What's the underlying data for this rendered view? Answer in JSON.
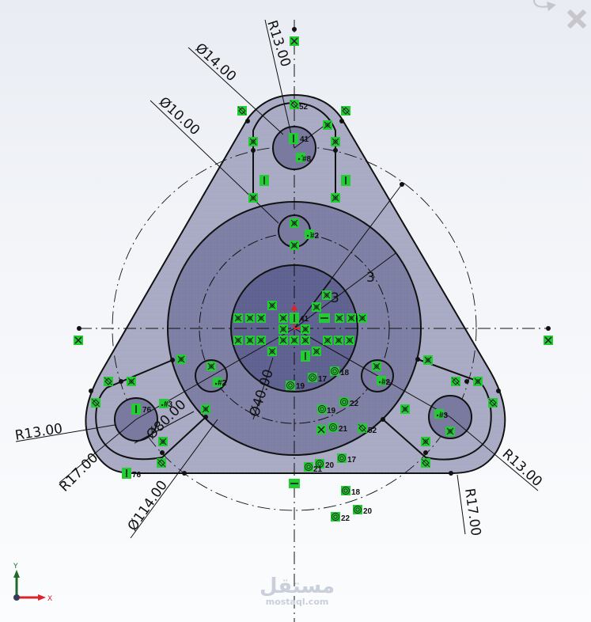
{
  "colors": {
    "background_top": "#e9ecf3",
    "background_bottom": "#fbfcfd",
    "plate_fill": "#a9aac4",
    "annulus_fill": "#7e7fa4",
    "bore_fill": "#5f6190",
    "hole_fill": "#7a7aa0",
    "sketch_line": "#111111",
    "relation_badge": "#22cc33",
    "origin_arrow": "#d9242a",
    "triad_y": "#1f6b2a",
    "triad_x": "#d9242a"
  },
  "dimensions": {
    "top_r13": "R13.00",
    "top_d14": "Ø14.00",
    "top_d10": "Ø10.00",
    "left_r13": "R13.00",
    "left_r17": "R17.00",
    "d80": "Ø80.00",
    "d114": "Ø114.00",
    "d40": "Ø40.00",
    "right_r13": "R13.00",
    "right_r17": "R17.00",
    "angle_label_1": "3",
    "angle_label_2": "3"
  },
  "relation_labels": {
    "r52_top": "52",
    "r41_top": "41",
    "r8_top": "#8",
    "r2_upper": "#2",
    "r41_center": "41",
    "r2_left": "#2",
    "r2_right": "#2",
    "r3_left": "#3",
    "r3_right": "#3",
    "r76_a": "76",
    "r76_b": "76",
    "r52_bottom": "52",
    "c19_a": "19",
    "c17_a": "17",
    "c18_a": "18",
    "c22_a": "22",
    "c19_b": "19",
    "c21_a": "21",
    "c17_b": "17",
    "c20_a": "20",
    "c21_b": "21",
    "c18_b": "18",
    "c20_b": "20",
    "c22_b": "22"
  },
  "triad": {
    "x_label": "X",
    "y_label": "Y"
  },
  "watermark": {
    "arabic": "مستقل",
    "latin": "mostaql.com"
  },
  "corner_icons": {
    "close": "close-icon",
    "rebuild": "rebuild-icon"
  }
}
